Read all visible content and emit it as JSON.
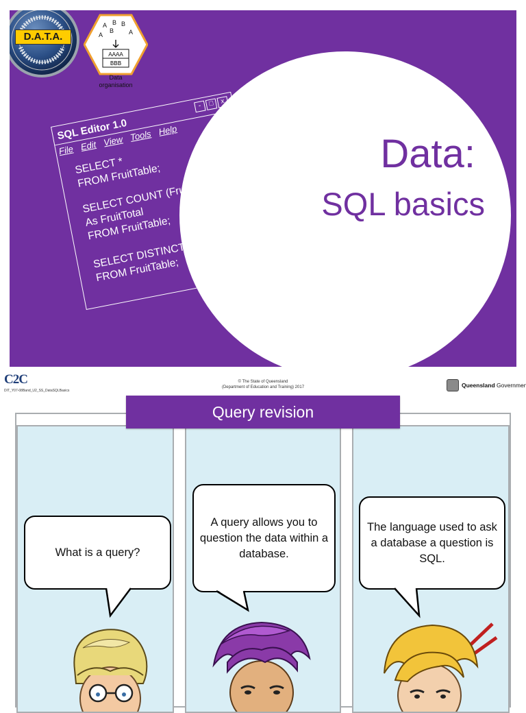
{
  "slide1": {
    "title_line1": "Data:",
    "title_line2": "SQL basics",
    "badge_text": "D.A.T.A.",
    "badge_ring": "DIGITAL ANALYSIS TROUBLESHOOTING AGENCY",
    "hex_letters": [
      "A",
      "B",
      "B",
      "A",
      "B",
      "A"
    ],
    "hex_box1": "AAAA",
    "hex_box2": "BBB",
    "hex_caption_line1": "Data",
    "hex_caption_line2": "organisation",
    "editor": {
      "title": "SQL Editor 1.0",
      "window_buttons": [
        "-",
        "□",
        "x"
      ],
      "menu": [
        "File",
        "Edit",
        "View",
        "Tools",
        "Help"
      ],
      "code_lines": [
        "SELECT *",
        "FROM FruitTable;",
        "SELECT COUNT (Fruit)",
        "As FruitTotal",
        "FROM FruitTable;",
        "SELECT DISTINCT (COST)",
        "FROM FruitTable;"
      ]
    },
    "colors": {
      "purple": "#7030a0",
      "white": "#ffffff"
    }
  },
  "footer": {
    "logo": "C2C",
    "code": "DIT_Y07-08Band_U2_SS_DataSQLBasics",
    "copyright_line1": "© The State of Queensland",
    "copyright_line2": "(Department of Education and Training) 2017",
    "gov_name_bold": "Queensland",
    "gov_name": "Government"
  },
  "slide2": {
    "heading": "Query revision",
    "panels": [
      {
        "speech": "What is a query?",
        "character": "blond-boy-with-glasses"
      },
      {
        "speech": "A query allows you to question the data within a database.",
        "character": "purple-haired-girl"
      },
      {
        "speech": "The language used to ask a database a question is SQL.",
        "character": "blonde-girl-with-chopsticks"
      }
    ],
    "colors": {
      "panel_bg": "#d9eef5",
      "heading_bg": "#7030a0"
    }
  }
}
